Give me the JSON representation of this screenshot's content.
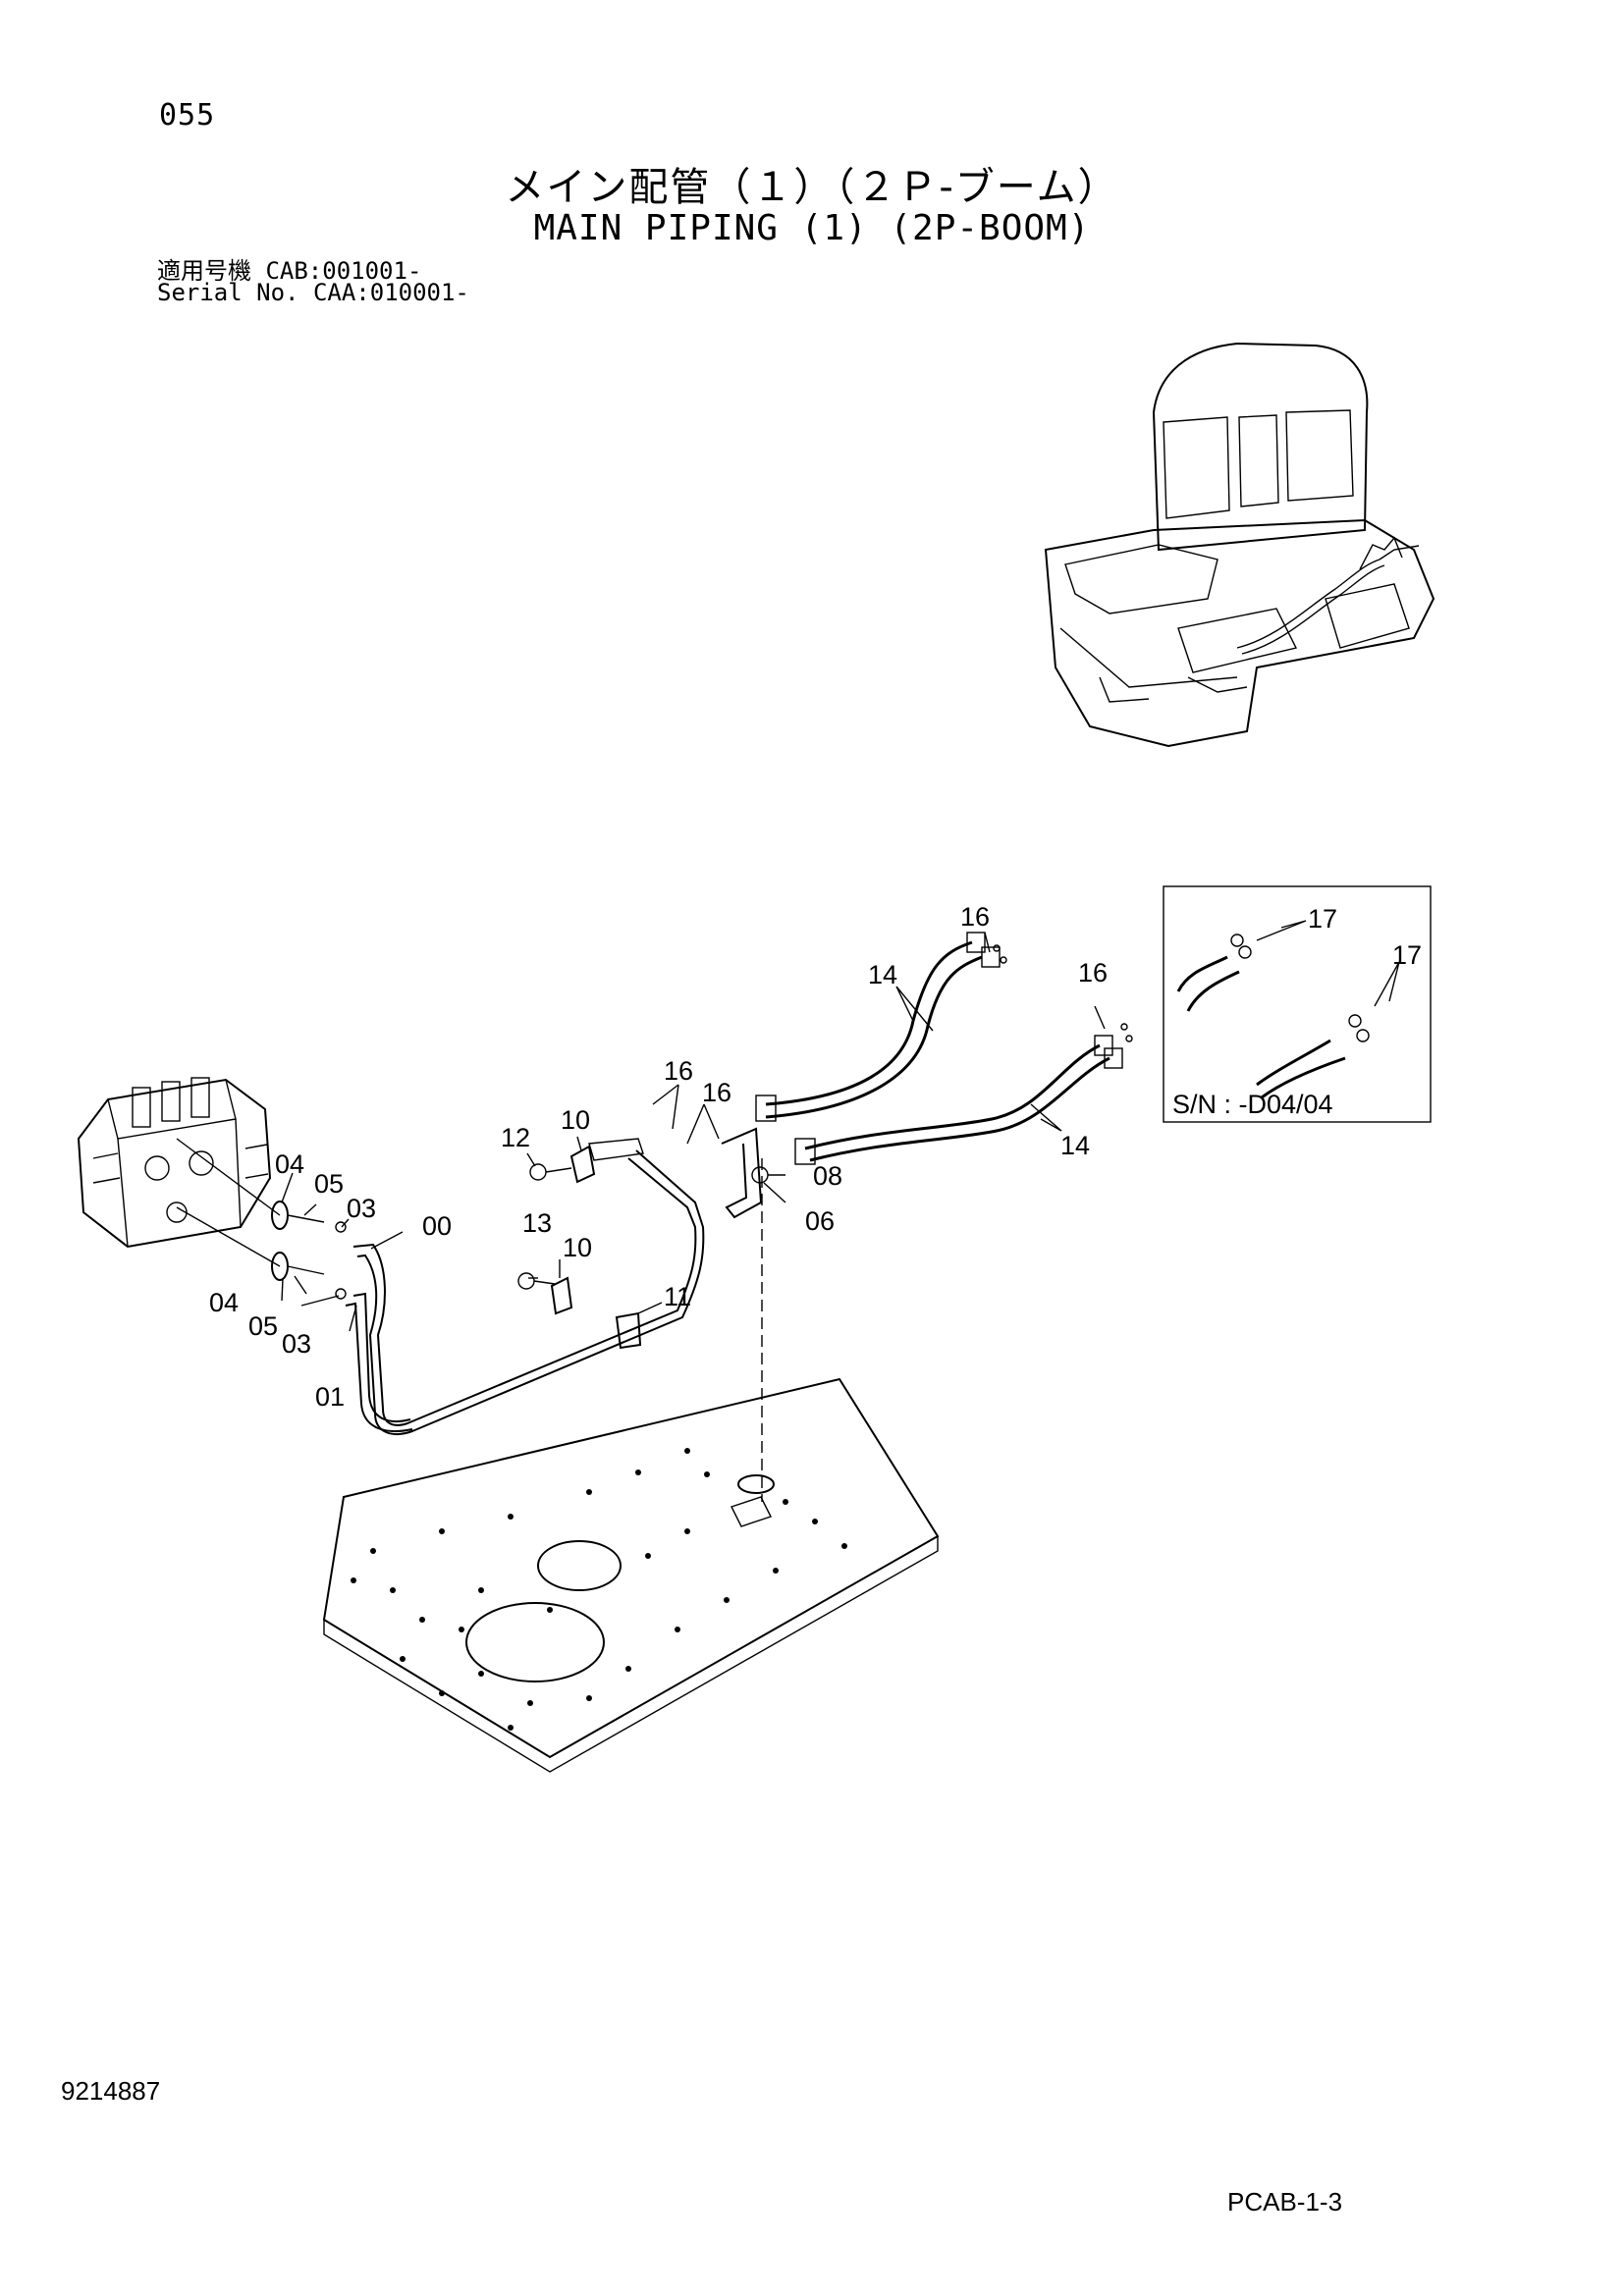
{
  "header": {
    "page_number": "055",
    "title_jp": "メイン配管（１）（２Ｐ-ブーム）",
    "title_en": "MAIN PIPING (1) (2P-BOOM)",
    "applicable": "適用号機  CAB:001001-",
    "serial": "Serial No. CAA:010001-"
  },
  "diagram": {
    "callouts": [
      "00",
      "01",
      "03",
      "03",
      "04",
      "04",
      "05",
      "05",
      "06",
      "08",
      "10",
      "10",
      "11",
      "12",
      "13",
      "14",
      "14",
      "16",
      "16",
      "16",
      "16",
      "17",
      "17"
    ],
    "inset_label": "S/N : -D04/04"
  },
  "footer": {
    "doc_number": "9214887",
    "page_code": "PCAB-1-3"
  }
}
